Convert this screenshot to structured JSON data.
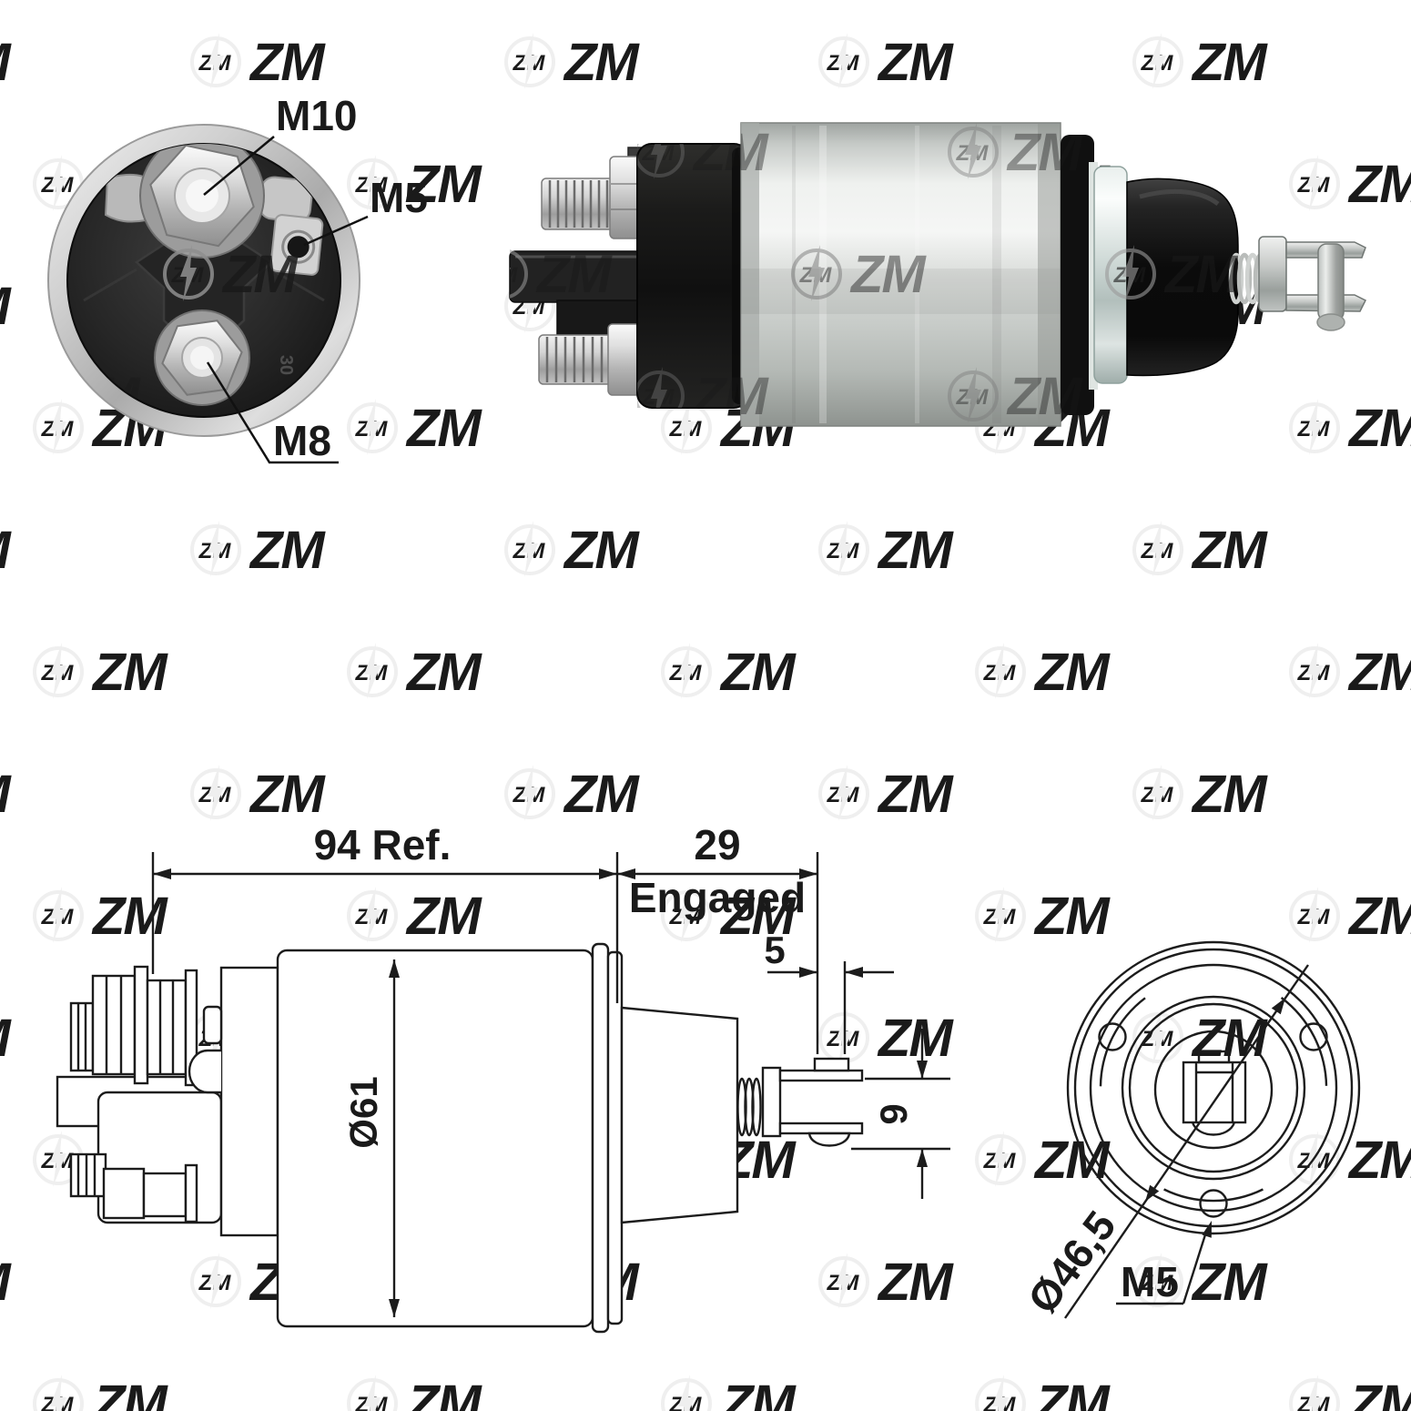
{
  "watermark": {
    "text": "ZM",
    "color": "#efefef"
  },
  "back_view": {
    "labels": {
      "m10": "M10",
      "m5": "M5",
      "m8": "M8"
    },
    "embossed_terminal": "30"
  },
  "side_drawing": {
    "overall_length": "94 Ref.",
    "engaged_value": "29",
    "engaged_label": "Engaged",
    "pin_travel": "5",
    "body_diameter": "Ø61",
    "fork_height": "9"
  },
  "front_drawing": {
    "bolt_circle_diameter": "Ø46,5",
    "hole_thread": "M5"
  },
  "colors": {
    "background": "#ffffff",
    "line": "#1c1c1c",
    "watermark": "#efefef"
  }
}
